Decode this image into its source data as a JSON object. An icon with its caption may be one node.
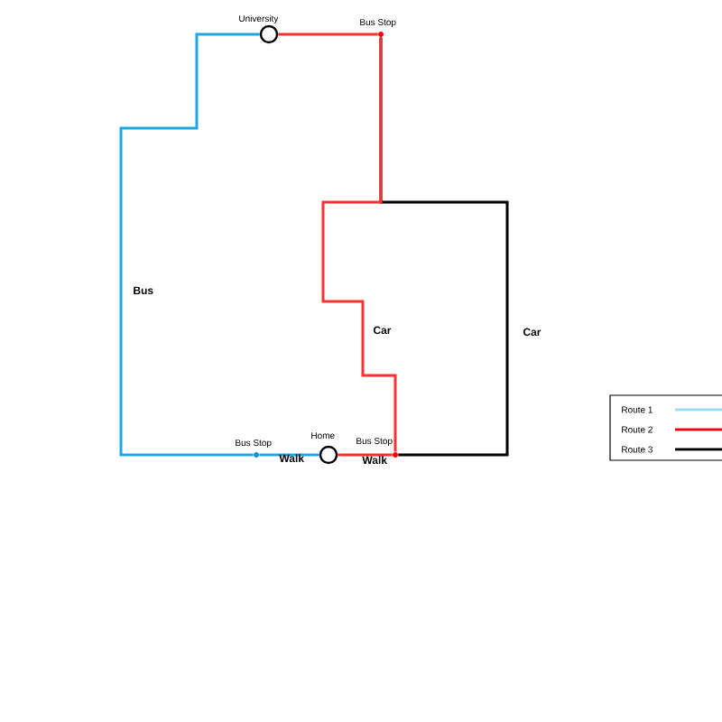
{
  "diagram": {
    "nodes": [
      {
        "text": [
          "University"
        ]
      },
      {
        "text": [
          "Bus Stop"
        ]
      },
      {
        "text": [
          "Bus Stop"
        ]
      },
      {
        "text": [
          "Home"
        ]
      },
      {
        "text": [
          "Bus Stop"
        ]
      }
    ],
    "edges": [
      {
        "from": 0,
        "to": 2,
        "arrow": "none",
        "label": "Bus",
        "color": "#1ea7e1"
      },
      {
        "from": 2,
        "to": 3,
        "arrow": "none",
        "label": "Walk",
        "color": "#1ea7e1"
      },
      {
        "from": 4,
        "to": 1,
        "arrow": "none",
        "label": "Car",
        "color": "#000000"
      },
      {
        "from": 3,
        "to": 4,
        "arrow": "none",
        "label": "Walk",
        "color": "#ff3030"
      },
      {
        "from": 4,
        "to": 1,
        "arrow": "none",
        "label": "Car",
        "color": "#ff3030"
      },
      {
        "from": 1,
        "to": 0,
        "arrow": "none",
        "color": "#ff3030"
      }
    ],
    "legend": [
      {
        "text": "Route 1"
      },
      {
        "text": "Route 2"
      },
      {
        "text": "Route 3"
      }
    ]
  }
}
